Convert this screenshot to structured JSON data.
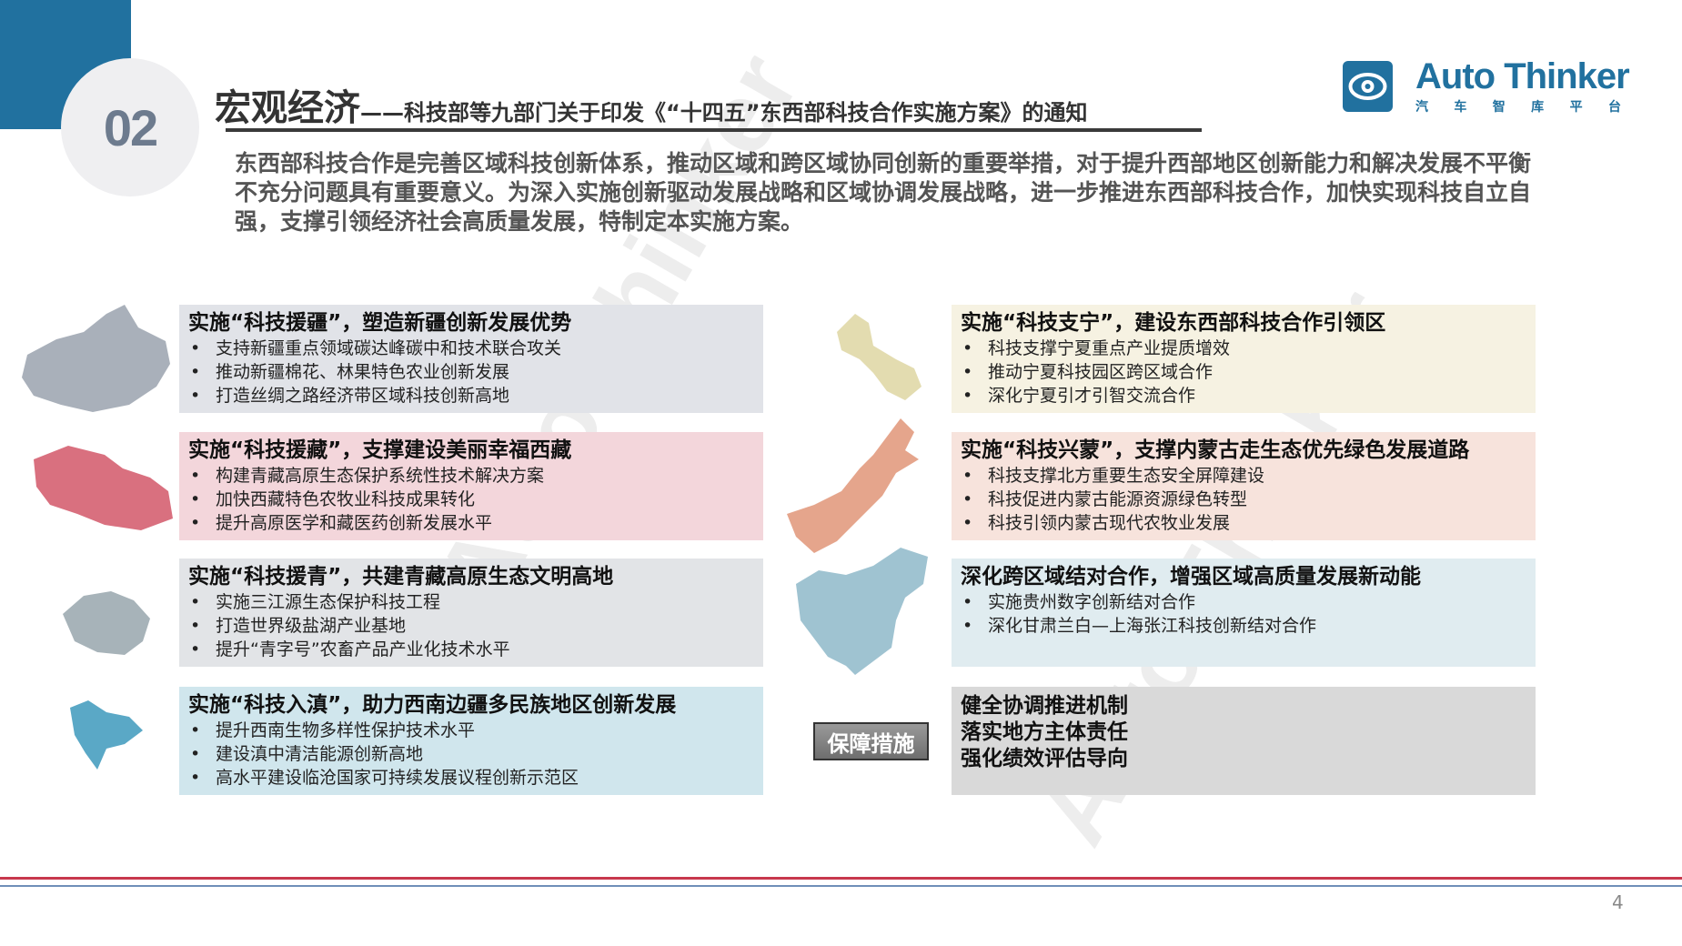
{
  "section_number": "02",
  "title": {
    "main": "宏观经济",
    "sub": "——科技部等九部门关于印发《“十四五”东西部科技合作实施方案》的通知"
  },
  "intro": "东西部科技合作是完善区域科技创新体系，推动区域和跨区域协同创新的重要举措，对于提升西部地区创新能力和解决发展不平衡不充分问题具有重要意义。为深入实施创新驱动发展战略和区域协调发展战略，进一步推进东西部科技合作，加快实现科技自立自强，支撑引领经济社会高质量发展，特制定本实施方案。",
  "logo": {
    "name": "Auto Thinker",
    "sub": [
      "汽",
      "车",
      "智",
      "库",
      "平",
      "台"
    ]
  },
  "left_boxes": [
    {
      "title": "实施“科技援疆”，塑造新疆创新发展优势",
      "items": [
        "支持新疆重点领域碳达峰碳中和技术联合攻关",
        "推动新疆棉花、林果特色农业创新发展",
        "打造丝绸之路经济带区域科技创新高地"
      ],
      "color": "#e1e3e8",
      "map_color": "#a9b0ba"
    },
    {
      "title": "实施“科技援藏”，支撑建设美丽幸福西藏",
      "items": [
        "构建青藏高原生态保护系统性技术解决方案",
        "加快西藏特色农牧业科技成果转化",
        "提升高原医学和藏医药创新发展水平"
      ],
      "color": "#f3d6db",
      "map_color": "#d9707f"
    },
    {
      "title": "实施“科技援青”，共建青藏高原生态文明高地",
      "items": [
        "实施三江源生态保护科技工程",
        "打造世界级盐湖产业基地",
        "提升“青字号”农畜产品产业化技术水平"
      ],
      "color": "#e2e4e7",
      "map_color": "#a7b3b9"
    },
    {
      "title": "实施“科技入滇”，助力西南边疆多民族地区创新发展",
      "items": [
        "提升西南生物多样性保护技术水平",
        "建设滇中清洁能源创新高地",
        "高水平建设临沧国家可持续发展议程创新示范区"
      ],
      "color": "#d0e6ed",
      "map_color": "#5aa8c6"
    }
  ],
  "right_boxes": [
    {
      "title": "实施“科技支宁”，建设东西部科技合作引领区",
      "items": [
        "科技支撑宁夏重点产业提质增效",
        "推动宁夏科技园区跨区域合作",
        "深化宁夏引才引智交流合作"
      ],
      "color": "#f6f2e2",
      "map_color": "#e3dcb0"
    },
    {
      "title": "实施“科技兴蒙”，支撑内蒙古走生态优先绿色发展道路",
      "items": [
        "科技支撑北方重要生态安全屏障建设",
        "科技促进内蒙古能源资源绿色转型",
        "科技引领内蒙古现代农牧业发展"
      ],
      "color": "#f7e3dc",
      "map_color": "#e5a58c"
    },
    {
      "title": "深化跨区域结对合作，增强区域高质量发展新动能",
      "items": [
        "实施贵州数字创新结对合作",
        "深化甘肃兰白—上海张江科技创新结对合作"
      ],
      "color": "#e0ecf0",
      "map_color": "#9fc3d1"
    }
  ],
  "guarantee": {
    "label": "保障措施",
    "items": [
      "健全协调推进机制",
      "落实地方主体责任",
      "强化绩效评估导向"
    ],
    "color": "#d9d9d9"
  },
  "page_number": "4"
}
